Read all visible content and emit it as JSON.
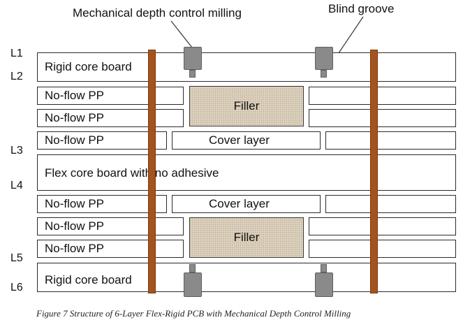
{
  "annotations": {
    "mechanical_milling": "Mechanical depth control milling",
    "blind_groove": "Blind groove"
  },
  "layer_numbers": {
    "l1": "L1",
    "l2": "L2",
    "l3": "L3",
    "l4": "L4",
    "l5": "L5",
    "l6": "L6"
  },
  "labels": {
    "rigid_core_top": "Rigid core board",
    "no_flow_1": "No-flow PP",
    "no_flow_2": "No-flow PP",
    "no_flow_3": "No-flow PP",
    "filler_top": "Filler",
    "cover_top": "Cover layer",
    "flex_core": "Flex core board with no adhesive",
    "no_flow_4": "No-flow PP",
    "cover_bottom": "Cover layer",
    "no_flow_5": "No-flow PP",
    "no_flow_6": "No-flow PP",
    "filler_bottom": "Filler",
    "rigid_core_bottom": "Rigid core board"
  },
  "colors": {
    "via": "#a5531e",
    "milling_tool": "#8a8a8a",
    "filler": "#d8ccb6"
  },
  "caption": "Figure 7 Structure of 6-Layer Flex-Rigid PCB with Mechanical Depth Control Milling"
}
